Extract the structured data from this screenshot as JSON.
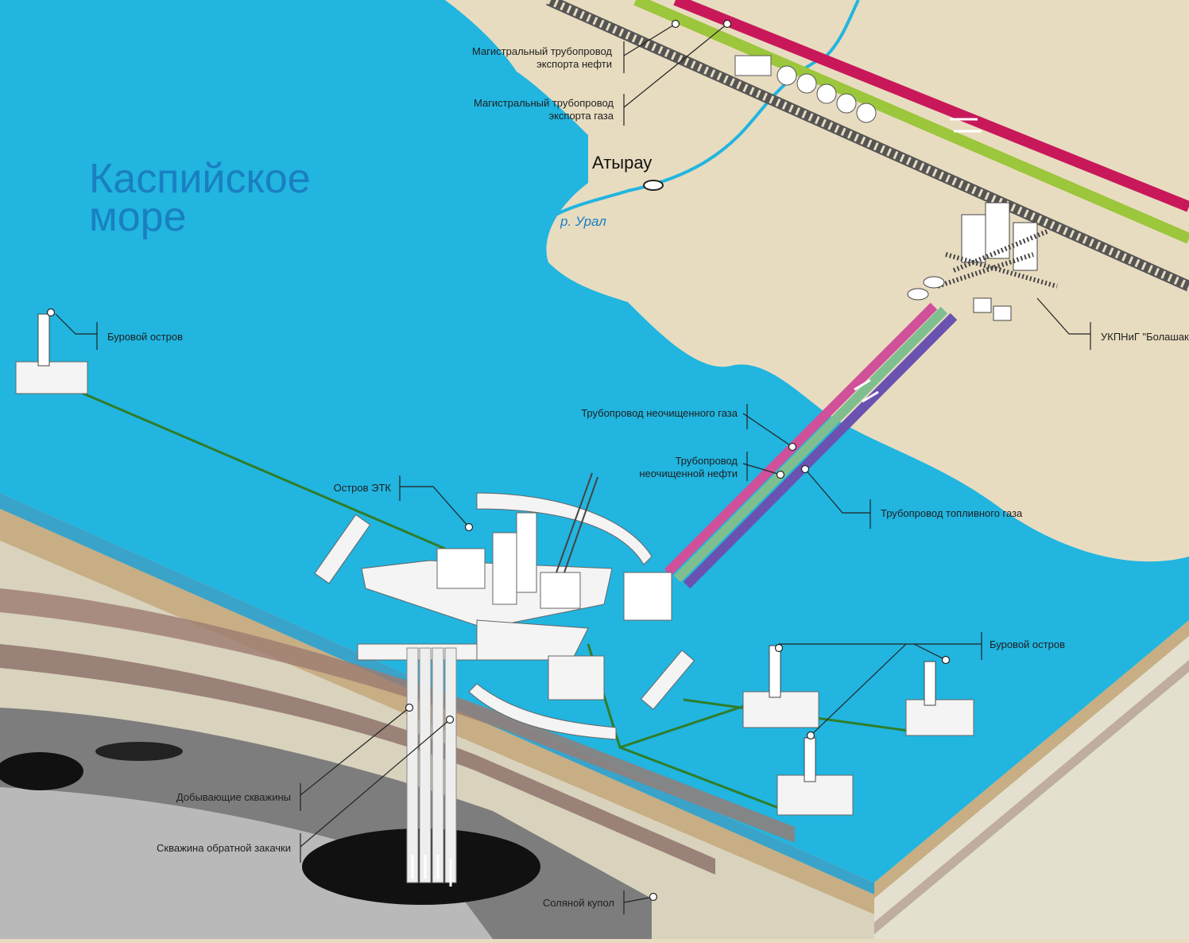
{
  "labels": {
    "sea_line1": "Каспийское",
    "sea_line2": "море",
    "city": "Атырау",
    "river": "р. Урал",
    "oil_export_line1": "Магистральный трубопровод",
    "oil_export_line2": "экспорта нефти",
    "gas_export_line1": "Магистральный трубопровод",
    "gas_export_line2": "экспорта газа",
    "drill_island_nw": "Буровой остров",
    "drill_island_se": "Буровой остров",
    "ukpnig": "УКПНиГ \"Болашак\"",
    "raw_gas_pipeline": "Трубопровод неочищенного газа",
    "raw_oil_line1": "Трубопровод",
    "raw_oil_line2": "неочищенной нефти",
    "fuel_gas_pipeline": "Трубопровод топливного газа",
    "etk_island": "Остров ЭТК",
    "production_wells": "Добывающие скважины",
    "reinjection_well": "Скважина обратной закачки",
    "salt_dome": "Соляной купол"
  },
  "colors": {
    "sea": "#21b5e0",
    "land": "#e8dcc0",
    "oil_export_pipe": "#c8185a",
    "gas_export_pipe": "#9cc63b",
    "raw_gas_pipe": "#d0509a",
    "raw_oil_pipe": "#7fbf8f",
    "fuel_gas_pipe": "#6a52b0",
    "flowline": "#2f7d2a",
    "label_text": "#1f1f1f",
    "sea_label": "#1a7fc1"
  }
}
